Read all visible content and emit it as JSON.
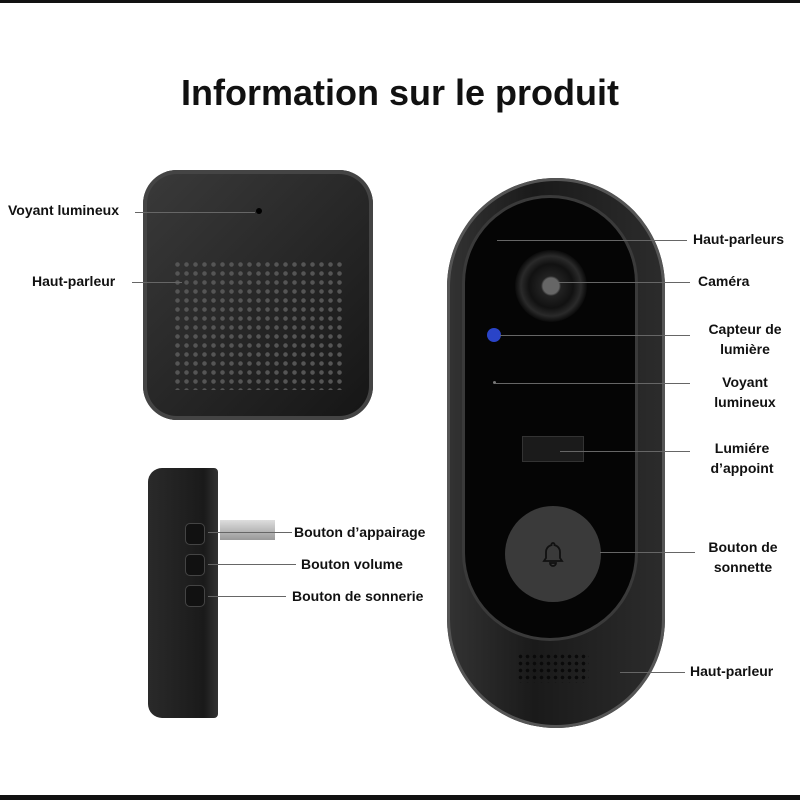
{
  "title": "Information sur le produit",
  "chime_labels": {
    "indicator": "Voyant lumineux",
    "speaker": "Haut-parleur"
  },
  "side_labels": {
    "pair": "Bouton d’appairage",
    "volume": "Bouton volume",
    "ring": "Bouton de sonnerie"
  },
  "doorbell_labels": {
    "speakers": "Haut-parleurs",
    "camera": "Caméra",
    "light_sensor_1": "Capteur de",
    "light_sensor_2": "lumière",
    "indicator_1": "Voyant",
    "indicator_2": "lumineux",
    "fill_light_1": "Lumiére",
    "fill_light_2": "d’appoint",
    "bell_button_1": "Bouton de",
    "bell_button_2": "sonnette",
    "speaker": "Haut-parleur"
  },
  "icons": {
    "bell": "bell-icon"
  },
  "colors": {
    "device": "#1e1e1e",
    "sensor": "#2a44c8"
  }
}
